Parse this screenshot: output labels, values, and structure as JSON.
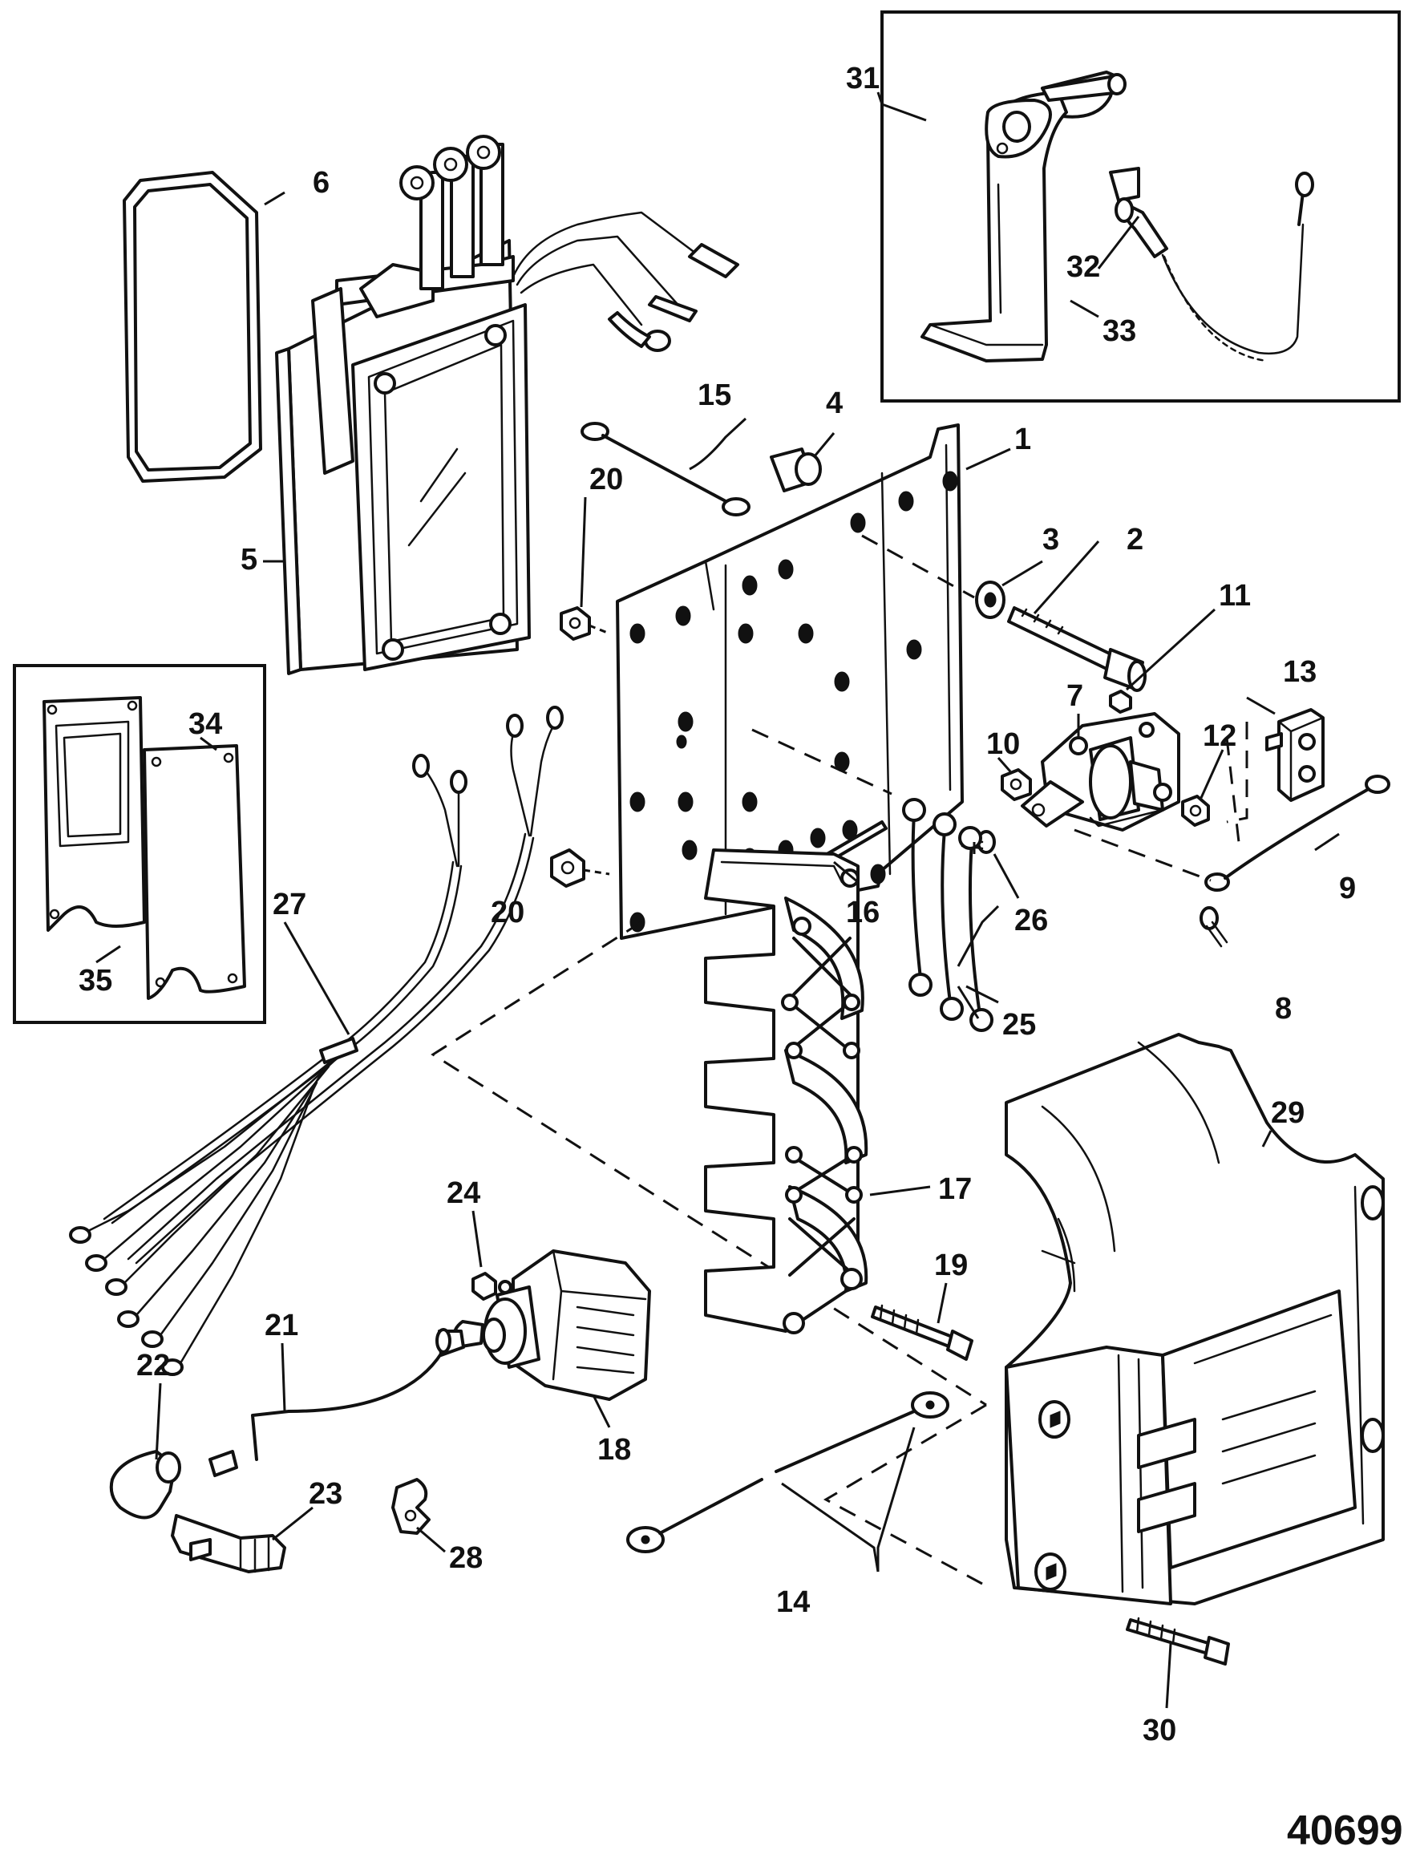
{
  "figure_number": "40699",
  "callouts": [
    {
      "id": "c1",
      "label": "1"
    },
    {
      "id": "c2",
      "label": "2"
    },
    {
      "id": "c3",
      "label": "3"
    },
    {
      "id": "c4",
      "label": "4"
    },
    {
      "id": "c5",
      "label": "5"
    },
    {
      "id": "c6",
      "label": "6"
    },
    {
      "id": "c7",
      "label": "7"
    },
    {
      "id": "c8",
      "label": "8"
    },
    {
      "id": "c9",
      "label": "9"
    },
    {
      "id": "c10",
      "label": "10"
    },
    {
      "id": "c11",
      "label": "11"
    },
    {
      "id": "c12",
      "label": "12"
    },
    {
      "id": "c13",
      "label": "13"
    },
    {
      "id": "c14",
      "label": "14"
    },
    {
      "id": "c15",
      "label": "15"
    },
    {
      "id": "c16",
      "label": "16"
    },
    {
      "id": "c17",
      "label": "17"
    },
    {
      "id": "c18",
      "label": "18"
    },
    {
      "id": "c19",
      "label": "19"
    },
    {
      "id": "c20a",
      "label": "20"
    },
    {
      "id": "c20b",
      "label": "20"
    },
    {
      "id": "c21",
      "label": "21"
    },
    {
      "id": "c22",
      "label": "22"
    },
    {
      "id": "c23",
      "label": "23"
    },
    {
      "id": "c24",
      "label": "24"
    },
    {
      "id": "c25",
      "label": "25"
    },
    {
      "id": "c26",
      "label": "26"
    },
    {
      "id": "c27",
      "label": "27"
    },
    {
      "id": "c28",
      "label": "28"
    },
    {
      "id": "c29",
      "label": "29"
    },
    {
      "id": "c30",
      "label": "30"
    },
    {
      "id": "c31",
      "label": "31"
    },
    {
      "id": "c32",
      "label": "32"
    },
    {
      "id": "c33",
      "label": "33"
    },
    {
      "id": "c34",
      "label": "34"
    },
    {
      "id": "c35",
      "label": "35"
    }
  ]
}
